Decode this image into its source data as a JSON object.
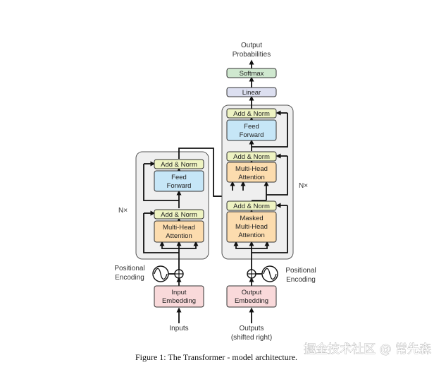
{
  "encoder": {
    "nx_label": "N×",
    "add_norm_top": "Add & Norm",
    "feed_forward": [
      "Feed",
      "Forward"
    ],
    "add_norm_bottom": "Add & Norm",
    "multi_head": [
      "Multi-Head",
      "Attention"
    ],
    "positional_encoding": [
      "Positional",
      "Encoding"
    ],
    "input_embedding": [
      "Input",
      "Embedding"
    ],
    "inputs_label": "Inputs"
  },
  "decoder": {
    "nx_label": "N×",
    "add_norm_top": "Add & Norm",
    "feed_forward": [
      "Feed",
      "Forward"
    ],
    "add_norm_mid": "Add & Norm",
    "multi_head": [
      "Multi-Head",
      "Attention"
    ],
    "add_norm_bottom": "Add & Norm",
    "masked_multi_head": [
      "Masked",
      "Multi-Head",
      "Attention"
    ],
    "positional_encoding": [
      "Positional",
      "Encoding"
    ],
    "output_embedding": [
      "Output",
      "Embedding"
    ],
    "outputs_label": [
      "Outputs",
      "(shifted right)"
    ]
  },
  "head": {
    "linear": "Linear",
    "softmax": "Softmax",
    "output_probabilities": [
      "Output",
      "Probabilities"
    ]
  },
  "caption": "Figure 1: The Transformer - model architecture.",
  "watermark": "掘金技术社区 @ 常先森",
  "colors": {
    "add_norm": "#eef3c2",
    "feed_forward": "#c6e6f7",
    "attention": "#fcdcae",
    "embedding": "#f9d9da",
    "linear": "#dcdff0",
    "softmax": "#cfe8cf",
    "stack_bg": "#efefef"
  }
}
